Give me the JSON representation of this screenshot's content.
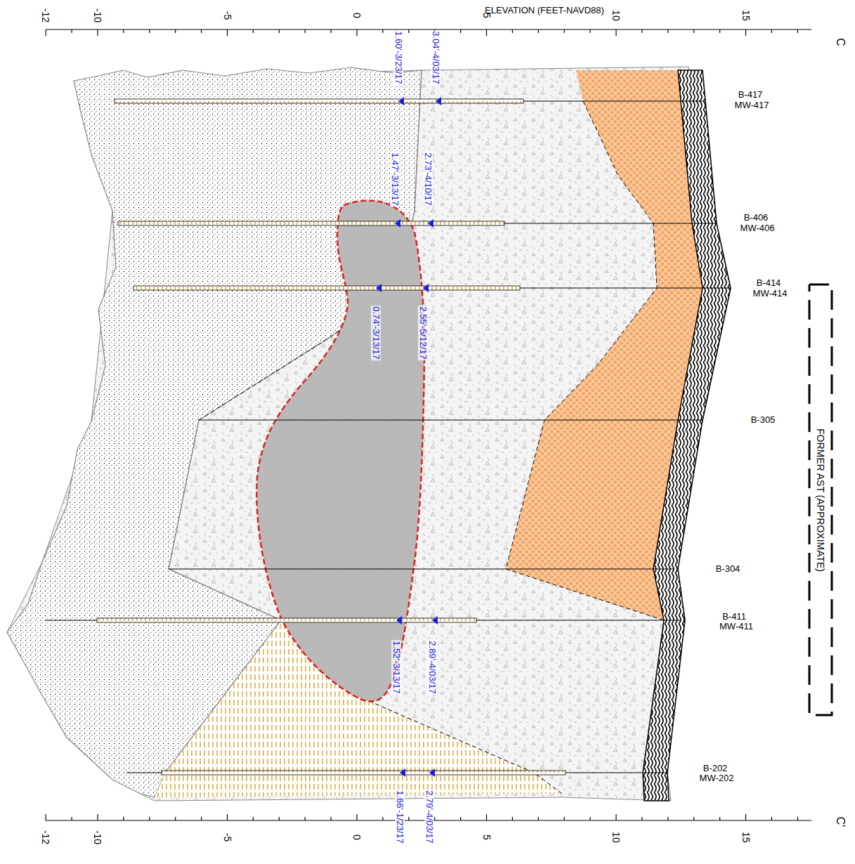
{
  "diagram": {
    "nodes": [
      {
        "text": [
          "FORMER AST (APPROXIMATE)"
        ]
      }
    ],
    "labels": [
      "ELEVATION (FEET-NAVD88)",
      "C",
      "C'",
      "-12",
      "-10",
      "-5",
      "0",
      "5",
      "10",
      "15",
      "-12",
      "-10",
      "-5",
      "0",
      "5",
      "10",
      "15",
      "B-417",
      "MW-417",
      "B-406",
      "MW-406",
      "B-414",
      "MW-414",
      "B-305",
      "B-304",
      "B-411",
      "MW-411",
      "B-202",
      "MW-202",
      "3.04'-4/03/17",
      "1.60'-3/23/17",
      "2.73'-4/10/17",
      "1.47'-3/13/17",
      "2.55'-5/12/17",
      "0.74'-3/13/17",
      "2.89'-4/03/17",
      "1.52'-3/13/17",
      "2.79'-4/03/17",
      "1.66'-1/23/17"
    ]
  }
}
